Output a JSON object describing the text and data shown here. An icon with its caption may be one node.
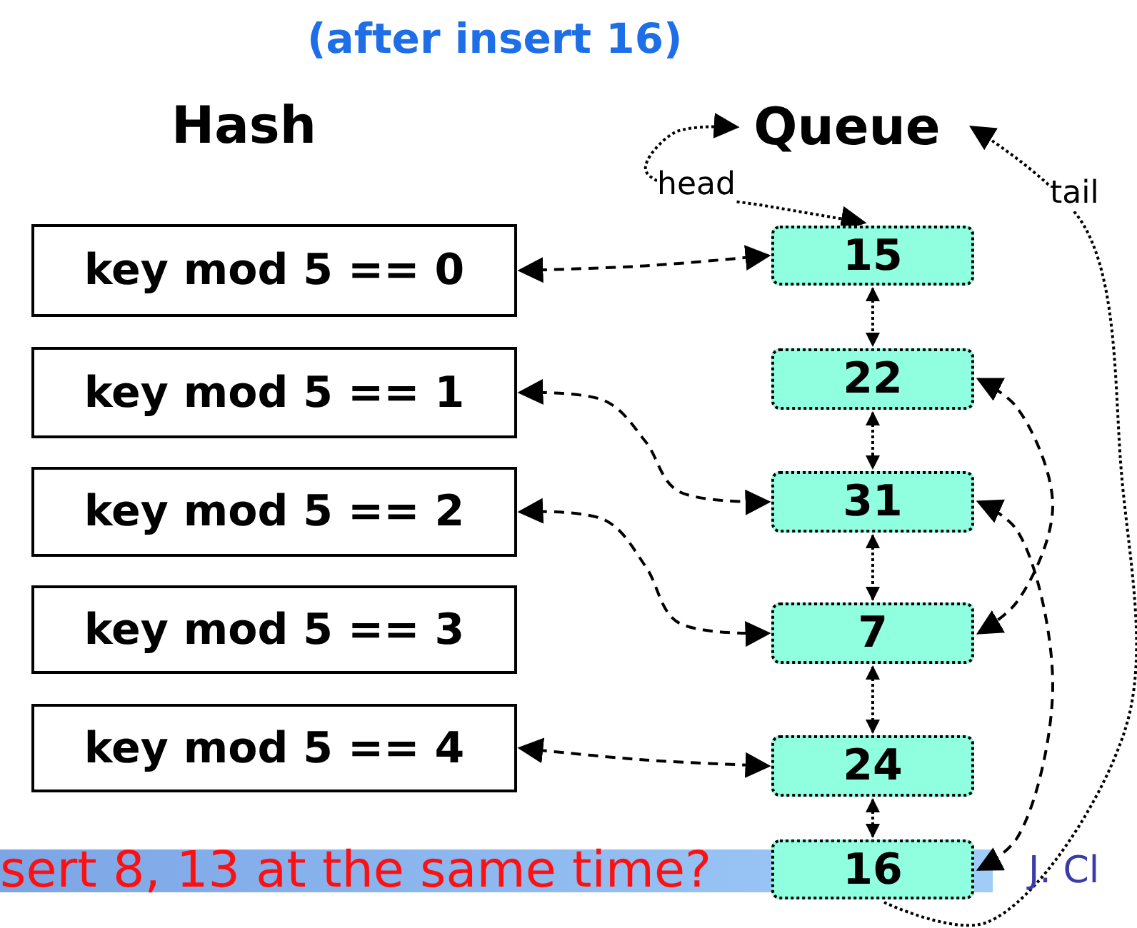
{
  "diagram": {
    "title": "(after insert 16)",
    "nodes": [
      {
        "text": [
          "Queue"
        ]
      },
      {
        "text": [
          "key mod 5 == 0"
        ]
      },
      {
        "text": [
          "key mod 5 == 1"
        ]
      },
      {
        "text": [
          "key mod 5 == 2"
        ]
      },
      {
        "text": [
          "key mod 5 == 3"
        ]
      },
      {
        "text": [
          "key mod 5 == 4"
        ]
      },
      {
        "text": [
          "15"
        ]
      },
      {
        "text": [
          "22"
        ]
      },
      {
        "text": [
          "31"
        ]
      },
      {
        "text": [
          "7"
        ]
      },
      {
        "text": [
          "24"
        ]
      },
      {
        "text": [
          "16"
        ]
      }
    ],
    "edges": [
      {
        "from": 0,
        "to": 6,
        "arrow": "both",
        "label": "head"
      },
      {
        "from": 11,
        "to": 0,
        "arrow": "to",
        "label": "tail"
      },
      {
        "from": 1,
        "to": 6,
        "arrow": "both",
        "style": "dashed"
      },
      {
        "from": 2,
        "to": 8,
        "arrow": "both",
        "style": "dashed"
      },
      {
        "from": 3,
        "to": 9,
        "arrow": "both",
        "style": "dashed"
      },
      {
        "from": 5,
        "to": 10,
        "arrow": "both",
        "style": "dashed"
      },
      {
        "from": 6,
        "to": 7,
        "arrow": "both"
      },
      {
        "from": 7,
        "to": 8,
        "arrow": "both"
      },
      {
        "from": 8,
        "to": 9,
        "arrow": "both"
      },
      {
        "from": 9,
        "to": 10,
        "arrow": "both"
      },
      {
        "from": 10,
        "to": 11,
        "arrow": "both"
      },
      {
        "from": 7,
        "to": 9,
        "arrow": "both",
        "style": "dashed"
      },
      {
        "from": 8,
        "to": 11,
        "arrow": "both",
        "style": "dashed"
      }
    ],
    "labels": [
      "Hash",
      "sert 8, 13 at the same time?",
      "J. Cl"
    ]
  }
}
